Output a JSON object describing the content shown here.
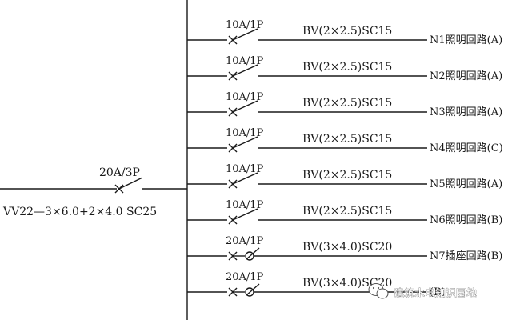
{
  "incoming": {
    "breaker": "20A/3P",
    "cable": "VV22—3×6.0+2×4.0 SC25"
  },
  "branches": [
    {
      "breaker": "10A/1P",
      "cable": "BV(2×2.5)SC15",
      "circuit": "N1照明回路(A)",
      "type": "switch"
    },
    {
      "breaker": "10A/1P",
      "cable": "BV(2×2.5)SC15",
      "circuit": "N2照明回路(A)",
      "type": "switch"
    },
    {
      "breaker": "10A/1P",
      "cable": "BV(2×2.5)SC15",
      "circuit": "N3照明回路(A)",
      "type": "switch"
    },
    {
      "breaker": "10A/1P",
      "cable": "BV(2×2.5)SC15",
      "circuit": "N4照明回路(C)",
      "type": "switch"
    },
    {
      "breaker": "10A/1P",
      "cable": "BV(2×2.5)SC15",
      "circuit": "N5照明回路(A)",
      "type": "switch"
    },
    {
      "breaker": "10A/1P",
      "cable": "BV(2×2.5)SC15",
      "circuit": "N6照明回路(B)",
      "type": "switch"
    },
    {
      "breaker": "20A/1P",
      "cable": "BV(3×4.0)SC20",
      "circuit": "N7插座回路(B)",
      "type": "rcd"
    },
    {
      "breaker": "20A/1P",
      "cable": "BV(3×4.0)SC20",
      "circuit": "(B)",
      "type": "rcd"
    }
  ],
  "watermark": {
    "text": "建筑水电知识园地",
    "icon": "wechat-icon"
  }
}
